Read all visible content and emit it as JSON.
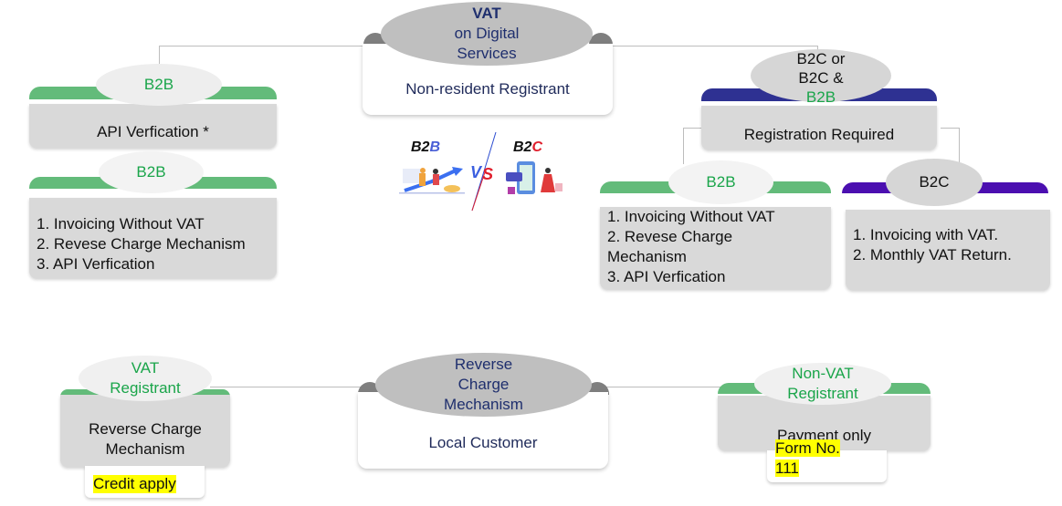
{
  "root": {
    "title_bold": "VAT",
    "title_rest": "on Digital Services",
    "title_line2": "on Digital",
    "title_line3": "Services",
    "subtitle": "Non-resident Registrant"
  },
  "left_branch": {
    "top": {
      "badge": "B2B",
      "text": "API Verfication *"
    },
    "bottom": {
      "badge": "B2B",
      "items": [
        "1. Invoicing Without VAT",
        "2. Revese Charge Mechanism",
        "3. API Verfication"
      ]
    }
  },
  "comparison": {
    "left_label_a": "B2",
    "left_label_b": "B",
    "vs_a": "V",
    "vs_b": "S",
    "right_label_a": "B2",
    "right_label_b": "C",
    "left_image": "b2b-illustration",
    "right_image": "b2c-illustration"
  },
  "right_branch": {
    "badge_line1": "B2C or",
    "badge_line2": "B2C &",
    "badge_line3": "B2B",
    "text": "Registration Required",
    "b2b": {
      "badge": "B2B",
      "items": [
        "1. Invoicing Without VAT",
        "2. Revese Charge",
        "Mechanism",
        "3. API Verfication"
      ]
    },
    "b2c": {
      "badge": "B2C",
      "items": [
        "1. Invoicing with VAT.",
        "2. Monthly VAT Return."
      ]
    }
  },
  "bottom": {
    "center": {
      "line1": "Reverse",
      "line2": "Charge",
      "line3": "Mechanism",
      "text": "Local Customer"
    },
    "left": {
      "badge_line1": "VAT",
      "badge_line2": "Registrant",
      "line1": "Reverse Charge",
      "line2": "Mechanism",
      "note": "Credit apply"
    },
    "right": {
      "badge_line1": "Non-VAT",
      "badge_line2": "Registrant",
      "text": "Payment only",
      "note_line1": "Form No.",
      "note_line2": "111"
    }
  },
  "colors": {
    "green": "#63bb7a",
    "navy": "#2e3192",
    "purple": "#4b0fb0",
    "badge_green_text": "#1aa54a",
    "dark_blue_text": "#1f2f6e",
    "highlight": "#ffff00"
  }
}
